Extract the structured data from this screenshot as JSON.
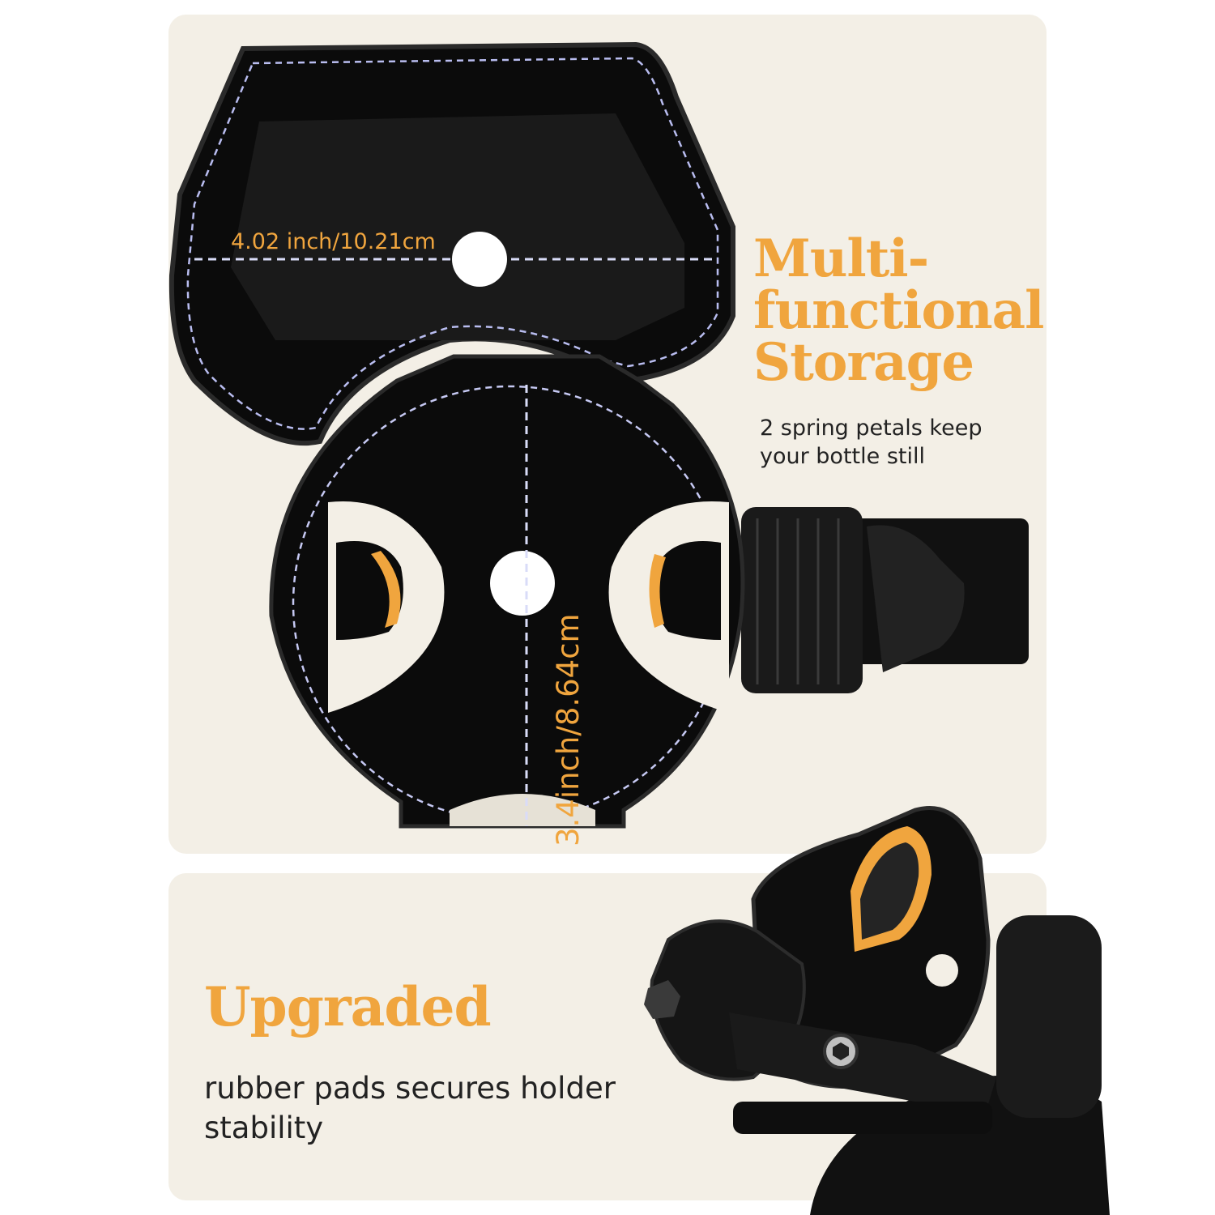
{
  "dimensions": {
    "width_label": "4.02 inch/10.21cm",
    "height_label": "3.4inch/8.64cm"
  },
  "storage": {
    "title_line1": "Multi-",
    "title_line2": "functional",
    "title_line3": "Storage",
    "description": "2 spring petals keep your bottle still"
  },
  "upgrade": {
    "title": "Upgraded",
    "description": "rubber pads secures holder stability"
  },
  "colors": {
    "accent": "#f0a53e",
    "panel_background": "#f3efe6",
    "product": "#0b0b0b",
    "text": "#222222"
  }
}
